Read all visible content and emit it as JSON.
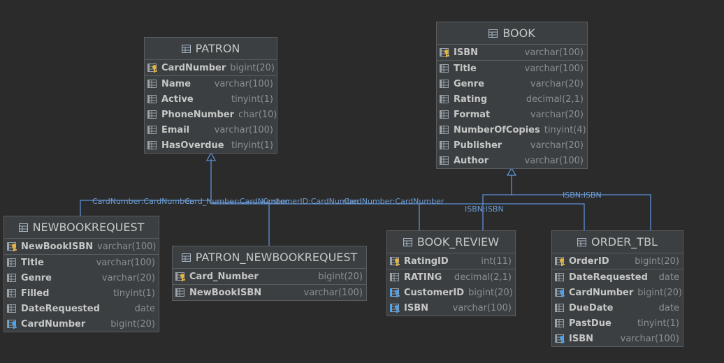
{
  "tables": {
    "patron": {
      "title": "PATRON",
      "pk": {
        "name": "CardNumber",
        "type": "bigint(20)",
        "icon": "primary-key-icon"
      },
      "columns": [
        {
          "name": "Name",
          "type": "varchar(100)"
        },
        {
          "name": "Active",
          "type": "tinyint(1)"
        },
        {
          "name": "PhoneNumber",
          "type": "char(10)"
        },
        {
          "name": "Email",
          "type": "varchar(100)"
        },
        {
          "name": "HasOverdue",
          "type": "tinyint(1)"
        }
      ]
    },
    "book": {
      "title": "BOOK",
      "pk": {
        "name": "ISBN",
        "type": "varchar(100)",
        "icon": "primary-key-icon"
      },
      "columns": [
        {
          "name": "Title",
          "type": "varchar(100)"
        },
        {
          "name": "Genre",
          "type": "varchar(20)"
        },
        {
          "name": "Rating",
          "type": "decimal(2,1)"
        },
        {
          "name": "Format",
          "type": "varchar(20)"
        },
        {
          "name": "NumberOfCopies",
          "type": "tinyint(4)"
        },
        {
          "name": "Publisher",
          "type": "varchar(20)"
        },
        {
          "name": "Author",
          "type": "varchar(100)"
        }
      ]
    },
    "newbookrequest": {
      "title": "NEWBOOKREQUEST",
      "pk": {
        "name": "NewBookISBN",
        "type": "varchar(100)",
        "icon": "primary-key-icon"
      },
      "columns": [
        {
          "name": "Title",
          "type": "varchar(100)"
        },
        {
          "name": "Genre",
          "type": "varchar(20)"
        },
        {
          "name": "Filled",
          "type": "tinyint(1)"
        },
        {
          "name": "DateRequested",
          "type": "date"
        },
        {
          "name": "CardNumber",
          "type": "bigint(20)",
          "fk": true
        }
      ]
    },
    "patron_newbookrequest": {
      "title": "PATRON_NEWBOOKREQUEST",
      "pk": {
        "name": "Card_Number",
        "type": "bigint(20)",
        "icon": "primary-key-icon"
      },
      "columns": [
        {
          "name": "NewBookISBN",
          "type": "varchar(100)"
        }
      ]
    },
    "book_review": {
      "title": "BOOK_REVIEW",
      "pk": {
        "name": "RatingID",
        "type": "int(11)",
        "icon": "primary-key-icon"
      },
      "columns": [
        {
          "name": "RATING",
          "type": "decimal(2,1)"
        },
        {
          "name": "CustomerID",
          "type": "bigint(20)",
          "fk": true
        },
        {
          "name": "ISBN",
          "type": "varchar(100)",
          "fk": true
        }
      ]
    },
    "order_tbl": {
      "title": "ORDER_TBL",
      "pk": {
        "name": "OrderID",
        "type": "bigint(20)",
        "icon": "primary-key-icon"
      },
      "columns": [
        {
          "name": "DateRequested",
          "type": "date"
        },
        {
          "name": "CardNumber",
          "type": "bigint(20)",
          "fk": true
        },
        {
          "name": "DueDate",
          "type": "date"
        },
        {
          "name": "PastDue",
          "type": "tinyint(1)"
        },
        {
          "name": "ISBN",
          "type": "varchar(100)",
          "fk": true
        }
      ]
    }
  },
  "relations": [
    {
      "label": "CardNumber:CardNumber"
    },
    {
      "label": "Card_Number:CardNumber"
    },
    {
      "label": "CustomerID:CardNumber"
    },
    {
      "label": "CardNumber:CardNumber"
    },
    {
      "label": "ISBN:ISBN"
    },
    {
      "label": "ISBN:ISBN"
    }
  ],
  "colors": {
    "background": "#2b2b2b",
    "table": "#3c3f41",
    "wire": "#5b8fd6"
  }
}
